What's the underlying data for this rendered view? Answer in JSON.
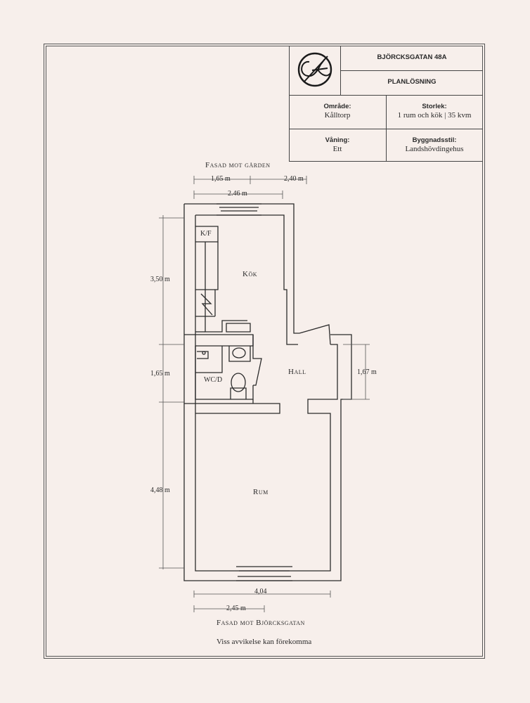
{
  "titleblock": {
    "address": "BJÖRCKSGATAN 48A",
    "subtitle": "PLANLÖSNING",
    "area_label": "Område:",
    "area_value": "Kålltorp",
    "size_label": "Storlek:",
    "size_value": "1 rum och kök | 35 kvm",
    "floor_label": "Våning:",
    "floor_value": "Ett",
    "style_label": "Byggnadsstil:",
    "style_value": "Landshövdingehus"
  },
  "plan": {
    "facade_top": "Fasad mot gården",
    "facade_bottom": "Fasad mot Björcksgatan",
    "rooms": {
      "kitchen": "Kök",
      "hall": "Hall",
      "room": "Rum",
      "wc": "WC/D",
      "kf": "K/F"
    },
    "dimensions": {
      "top_left": "1,65 m",
      "top_right": "2,40 m",
      "top_width": "2.46 m",
      "left_kitchen": "3,50 m",
      "left_wc": "1,65 m",
      "left_room": "4,48 m",
      "right_hall": "1,67 m",
      "bottom_width": "4,04",
      "bottom_sub": "2,45 m"
    }
  },
  "disclaimer": "Viss avvikelse kan förekomma"
}
